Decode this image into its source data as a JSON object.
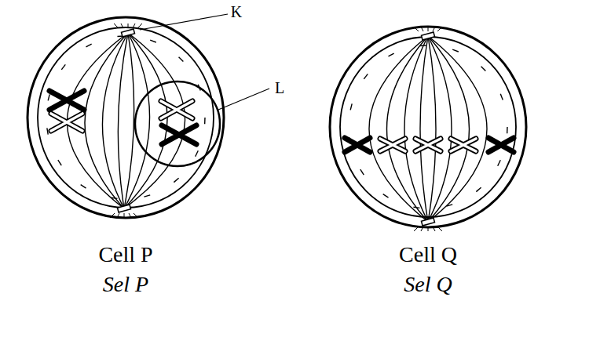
{
  "diagram": {
    "labels": [
      "K",
      "L",
      "Cell P",
      "Sel P",
      "Cell Q",
      "Sel Q"
    ]
  }
}
